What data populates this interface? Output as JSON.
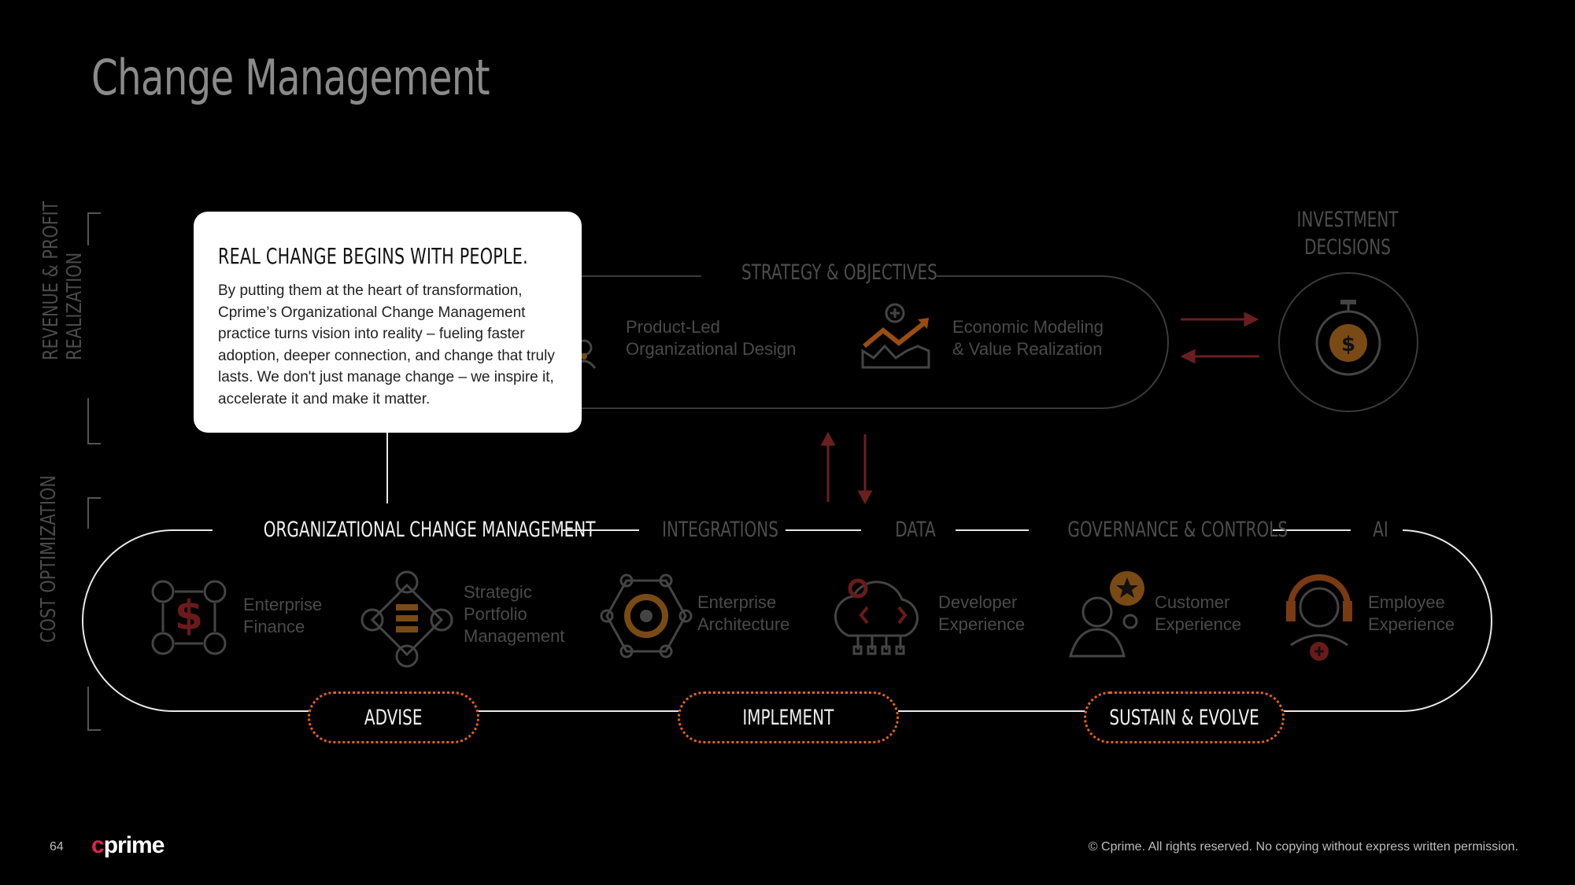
{
  "page": {
    "title": "Change Management",
    "page_number": "64"
  },
  "left_axis": {
    "top_label_line1": "REVENUE & PROFIT",
    "top_label_line2": "REALIZATION",
    "bottom_label": "COST OPTIMIZATION"
  },
  "top_loop": {
    "section": "STRATEGY & OBJECTIVES",
    "items": [
      {
        "label_line1": "Product-Led",
        "label_line2": "Organizational Design",
        "icon": "people-org-icon"
      },
      {
        "label_line1": "Economic Modeling",
        "label_line2": "& Value Realization",
        "icon": "growth-chart-icon"
      }
    ]
  },
  "investment": {
    "line1": "INVESTMENT",
    "line2": "DECISIONS",
    "icon": "stopwatch-dollar-icon"
  },
  "bottom_loop": {
    "sections": [
      "ORGANIZATIONAL CHANGE MANAGEMENT",
      "INTEGRATIONS",
      "DATA",
      "GOVERNANCE & CONTROLS",
      "AI"
    ],
    "items": [
      {
        "lines": [
          "Enterprise",
          "Finance"
        ],
        "icon": "finance-cycle-icon"
      },
      {
        "lines": [
          "Strategic",
          "Portfolio",
          "Management"
        ],
        "icon": "portfolio-icon"
      },
      {
        "lines": [
          "Enterprise",
          "Architecture"
        ],
        "icon": "architecture-gear-icon"
      },
      {
        "lines": [
          "Developer",
          "Experience"
        ],
        "icon": "cloud-code-icon"
      },
      {
        "lines": [
          "Customer",
          "Experience"
        ],
        "icon": "customer-star-icon"
      },
      {
        "lines": [
          "Employee",
          "Experience"
        ],
        "icon": "headset-person-icon"
      }
    ],
    "phases": [
      "ADVISE",
      "IMPLEMENT",
      "SUSTAIN & EVOLVE"
    ]
  },
  "card": {
    "title": "REAL CHANGE BEGINS WITH PEOPLE.",
    "body": "By putting them at the heart of transformation, Cprime’s Organizational Change Management practice turns vision into reality – fueling faster adoption, deeper connection, and change that truly lasts. We don't just manage change – we inspire it, accelerate it and make it matter."
  },
  "footer": {
    "logo_c": "c",
    "logo_rest": "prime",
    "copyright": "© Cprime. All rights reserved. No copying without express written permission."
  },
  "colors": {
    "accent_orange": "#e0631e",
    "arrow_red": "#5a1a1a",
    "logo_red": "#e0234b"
  }
}
